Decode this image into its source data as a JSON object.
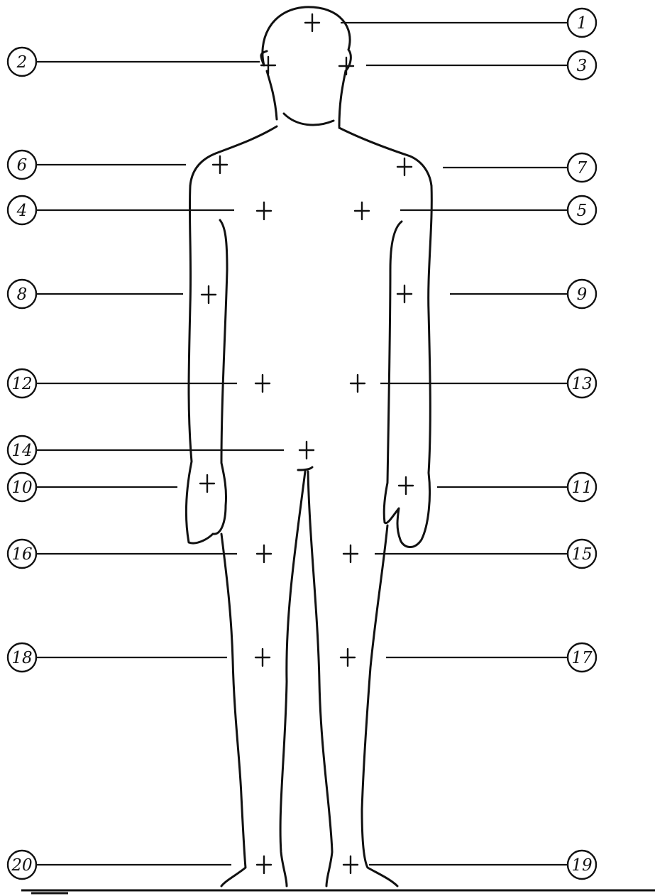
{
  "points": [
    {
      "label": "1"
    },
    {
      "label": "2"
    },
    {
      "label": "3"
    },
    {
      "label": "4"
    },
    {
      "label": "5"
    },
    {
      "label": "6"
    },
    {
      "label": "7"
    },
    {
      "label": "8"
    },
    {
      "label": "9"
    },
    {
      "label": "10"
    },
    {
      "label": "11"
    },
    {
      "label": "12"
    },
    {
      "label": "13"
    },
    {
      "label": "14"
    },
    {
      "label": "15"
    },
    {
      "label": "16"
    },
    {
      "label": "17"
    },
    {
      "label": "18"
    },
    {
      "label": "19"
    },
    {
      "label": "20"
    }
  ],
  "colors": {
    "ink": "#111111",
    "paper": "#ffffff"
  }
}
